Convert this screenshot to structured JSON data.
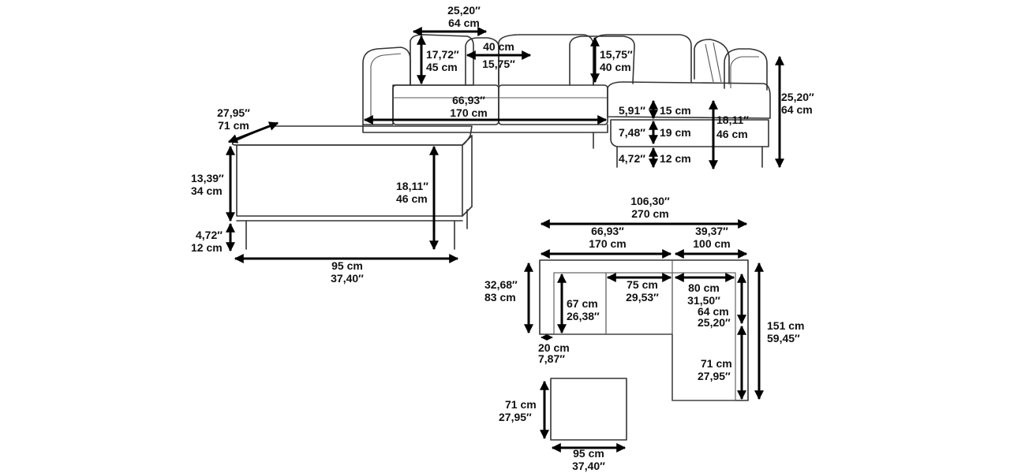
{
  "labels": {
    "top_cushion_width_in": "25,20″",
    "top_cushion_width_cm": "64 cm",
    "back_cushion_height_in": "17,72″",
    "back_cushion_height_cm": "45 cm",
    "pillow_width_cm": "40 cm",
    "pillow_width_in": "15,75″",
    "pillow_height_in": "15,75″",
    "pillow_height_cm": "40 cm",
    "sofa_total_height_in": "25,20″",
    "sofa_total_height_cm": "64 cm",
    "sofa_width_in": "66,93″",
    "sofa_width_cm": "170 cm",
    "cushion_thickness_in": "5,91″",
    "cushion_thickness_cm": "15 cm",
    "base_thickness_in": "7,48″",
    "base_thickness_cm": "19 cm",
    "seat_height_in": "18,11″",
    "seat_height_cm": "46 cm",
    "leg_height_in": "4,72″",
    "leg_height_cm": "12 cm",
    "ottoman_depth_in": "27,95″",
    "ottoman_depth_cm": "71 cm",
    "ottoman_body_in": "13,39″",
    "ottoman_body_cm": "34 cm",
    "ottoman_height_in": "18,11″",
    "ottoman_height_cm": "46 cm",
    "ottoman_leg_in": "4,72″",
    "ottoman_leg_cm": "12 cm",
    "ottoman_width_cm": "95 cm",
    "ottoman_width_in": "37,40″",
    "plan_total_in": "106,30″",
    "plan_total_cm": "270 cm",
    "plan_sofa_in": "66,93″",
    "plan_sofa_cm": "170 cm",
    "plan_chaise_in": "39,37″",
    "plan_chaise_cm": "100 cm",
    "plan_depth_in": "32,68″",
    "plan_depth_cm": "83 cm",
    "plan_seat_depth_cm": "67 cm",
    "plan_seat_depth_in": "26,38″",
    "plan_seat_width_cm": "75 cm",
    "plan_seat_width_in": "29,53″",
    "plan_chaise_seat_cm": "80 cm",
    "plan_chaise_seat_in": "31,50″",
    "plan_chaise_back_cm": "64 cm",
    "plan_chaise_back_in": "25,20″",
    "plan_arm_cm": "20 cm",
    "plan_arm_in": "7,87″",
    "plan_chaise_length_cm": "151 cm",
    "plan_chaise_length_in": "59,45″",
    "plan_chaise_front_cm": "71 cm",
    "plan_chaise_front_in": "27,95″",
    "plan_ottoman_depth_cm": "71 cm",
    "plan_ottoman_depth_in": "27,95″",
    "plan_ottoman_width_cm": "95 cm",
    "plan_ottoman_width_in": "37,40″"
  }
}
